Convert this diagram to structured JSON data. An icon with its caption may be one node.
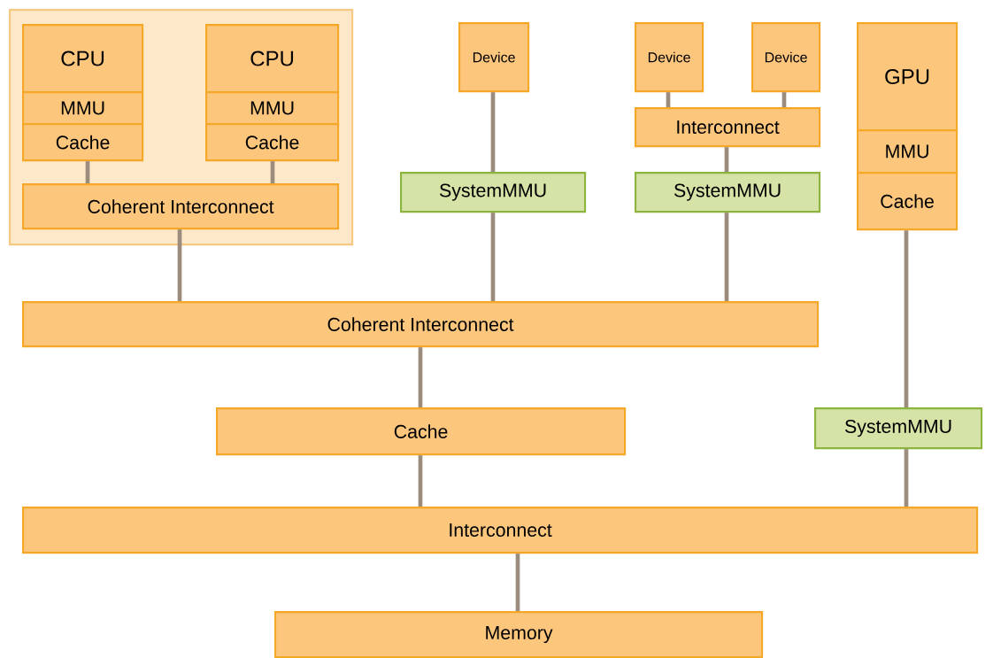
{
  "diagram": {
    "nodes": [
      {
        "text": [],
        "shape": "box"
      },
      {
        "text": [
          "CPU"
        ],
        "in": 0
      },
      {
        "text": [
          "MMU"
        ],
        "in": 0
      },
      {
        "text": [
          "Cache"
        ],
        "in": 0
      },
      {
        "text": [
          "CPU"
        ],
        "in": 0
      },
      {
        "text": [
          "MMU"
        ],
        "in": 0
      },
      {
        "text": [
          "Cache"
        ],
        "in": 0
      },
      {
        "text": [
          "Coherent Interconnect"
        ],
        "in": 0
      },
      {
        "text": [
          "Device"
        ]
      },
      {
        "text": [
          "Device"
        ]
      },
      {
        "text": [
          "Device"
        ]
      },
      {
        "text": [
          "Interconnect"
        ]
      },
      {
        "text": [
          "SystemMMU"
        ]
      },
      {
        "text": [
          "SystemMMU"
        ]
      },
      {
        "text": [
          "GPU"
        ]
      },
      {
        "text": [
          "MMU"
        ]
      },
      {
        "text": [
          "Cache"
        ]
      },
      {
        "text": [
          "Coherent Interconnect"
        ]
      },
      {
        "text": [
          "Cache"
        ]
      },
      {
        "text": [
          "SystemMMU"
        ]
      },
      {
        "text": [
          "Interconnect"
        ]
      },
      {
        "text": [
          "Memory"
        ]
      }
    ],
    "edges": [
      {
        "from": 3,
        "to": 7,
        "arrow": "none"
      },
      {
        "from": 6,
        "to": 7,
        "arrow": "none"
      },
      {
        "from": 7,
        "to": 17,
        "arrow": "none"
      },
      {
        "from": 8,
        "to": 12,
        "arrow": "none"
      },
      {
        "from": 12,
        "to": 17,
        "arrow": "none"
      },
      {
        "from": 9,
        "to": 11,
        "arrow": "none"
      },
      {
        "from": 10,
        "to": 11,
        "arrow": "none"
      },
      {
        "from": 11,
        "to": 13,
        "arrow": "none"
      },
      {
        "from": 13,
        "to": 17,
        "arrow": "none"
      },
      {
        "from": 16,
        "to": 19,
        "arrow": "none"
      },
      {
        "from": 19,
        "to": 20,
        "arrow": "none"
      },
      {
        "from": 17,
        "to": 18,
        "arrow": "none"
      },
      {
        "from": 18,
        "to": 20,
        "arrow": "none"
      },
      {
        "from": 20,
        "to": 21,
        "arrow": "none"
      }
    ]
  }
}
